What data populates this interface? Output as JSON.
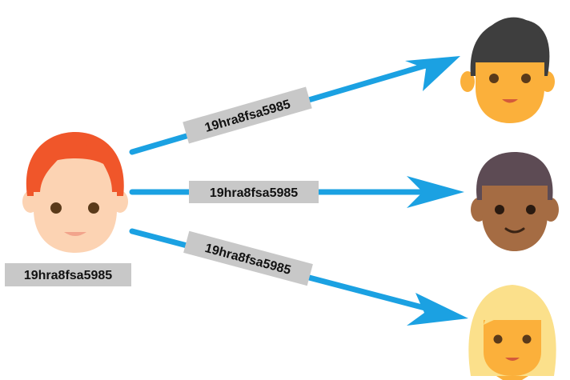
{
  "sender": {
    "label": "19hra8fsa5985",
    "hair_color": "#f0562a",
    "skin_color": "#fcd3b3"
  },
  "transfers": [
    {
      "label": "19hra8fsa5985"
    },
    {
      "label": "19hra8fsa5985"
    },
    {
      "label": "19hra8fsa5985"
    }
  ],
  "recipients": [
    {
      "name": "dark-hair-person",
      "hair_color": "#3e3e3e",
      "skin_color": "#fbb03b"
    },
    {
      "name": "brown-skin-person",
      "hair_color": "#5d4b54",
      "skin_color": "#a56c43"
    },
    {
      "name": "blonde-person",
      "hair_color": "#fbe08b",
      "skin_color": "#fbb03b"
    }
  ],
  "colors": {
    "arrow": "#1ba1e2",
    "label_bg": "#c8c8c8"
  }
}
